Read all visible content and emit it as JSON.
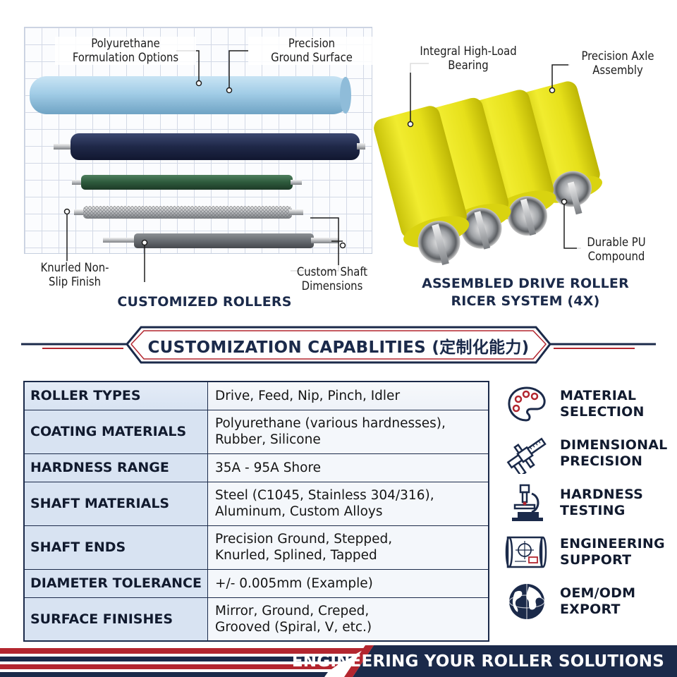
{
  "left_panel": {
    "callouts": {
      "polyurethane": "Polyurethane\nFormulation Options",
      "precision_ground": "Precision\nGround Surface",
      "knurled": "Knurled Non-\nSlip Finish",
      "custom_shaft": "Custom Shaft\nDimensions"
    },
    "caption": "CUSTOMIZED ROLLERS"
  },
  "right_panel": {
    "callouts": {
      "bearing": "Integral High-Load\nBearing",
      "axle": "Precision Axle\nAssembly",
      "compound": "Durable PU\nCompound"
    },
    "caption": "ASSEMBLED DRIVE ROLLER\nRICER SYSTEM (4X)"
  },
  "banner": {
    "title": "CUSTOMIZATION CAPABLITIES (定制化能力)"
  },
  "spec_table": {
    "rows": [
      {
        "key": "ROLLER TYPES",
        "value": "Drive, Feed, Nip, Pinch, Idler"
      },
      {
        "key": "COATING MATERIALS",
        "value": "Polyurethane (various hardnesses),\nRubber, Silicone"
      },
      {
        "key": "HARDNESS RANGE",
        "value": "35A - 95A Shore"
      },
      {
        "key": "SHAFT MATERIALS",
        "value": "Steel (C1045, Stainless 304/316),\nAluminum, Custom Alloys"
      },
      {
        "key": "SHAFT ENDS",
        "value": "Precision Ground, Stepped,\nKnurled, Splined, Tapped"
      },
      {
        "key": "DIAMETER TOLERANCE",
        "value": "+/- 0.005mm (Example)"
      },
      {
        "key": "SURFACE FINISHES",
        "value": "Mirror, Ground, Creped,\nGrooved (Spiral, V, etc.)"
      }
    ]
  },
  "features": [
    {
      "icon": "palette-icon",
      "label": "MATERIAL\nSELECTION"
    },
    {
      "icon": "caliper-icon",
      "label": "DIMENSIONAL\nPRECISION"
    },
    {
      "icon": "microscope-icon",
      "label": "HARDNESS\nTESTING"
    },
    {
      "icon": "blueprint-icon",
      "label": "ENGINEERING\nSUPPORT"
    },
    {
      "icon": "globe-icon",
      "label": "OEM/ODM\nEXPORT"
    }
  ],
  "footer": {
    "slogan": "ENGINEERING YOUR ROLLER SOLUTIONS"
  },
  "colors": {
    "navy": "#1b2a4a",
    "red_accent": "#b3262f",
    "light_blue_roller": "#9fcbe6",
    "dark_blue_roller": "#1e2746",
    "green_roller": "#2e5a3c",
    "yellow_pu": "#e6e01a",
    "table_key_bg": "#d8e3f2"
  }
}
